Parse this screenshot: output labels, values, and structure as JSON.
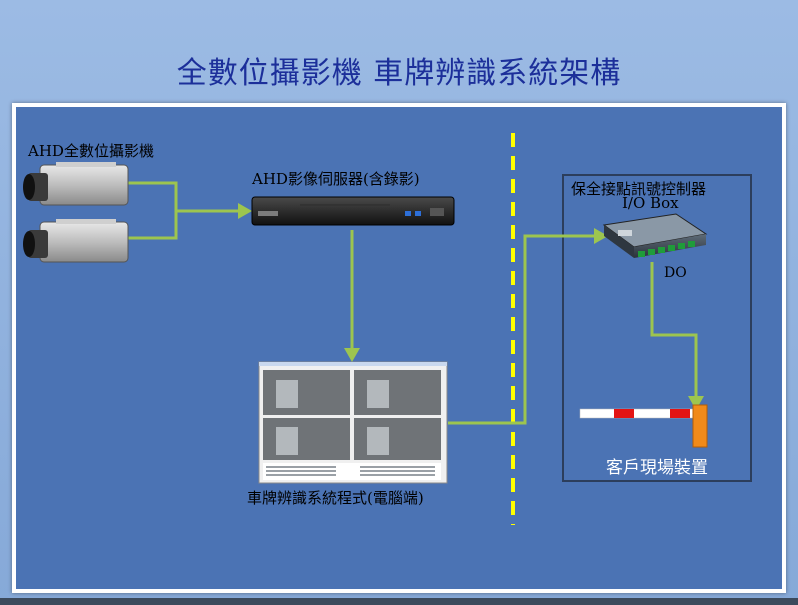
{
  "title": "全數位攝影機 車牌辨識系統架構",
  "labels": {
    "cameras": "AHD全數位攝影機",
    "dvr": "AHD影像伺服器(含錄影)",
    "software": "車牌辨識系統程式(電腦端)",
    "controller": "保全接點訊號控制器",
    "io_box": "I/O Box",
    "do": "DO",
    "site_device": "客戶現場裝置"
  },
  "colors": {
    "panel": "#4b73b4",
    "connector": "#9dc54f",
    "divider": "#ffff00",
    "title": "#1c2f9a"
  }
}
